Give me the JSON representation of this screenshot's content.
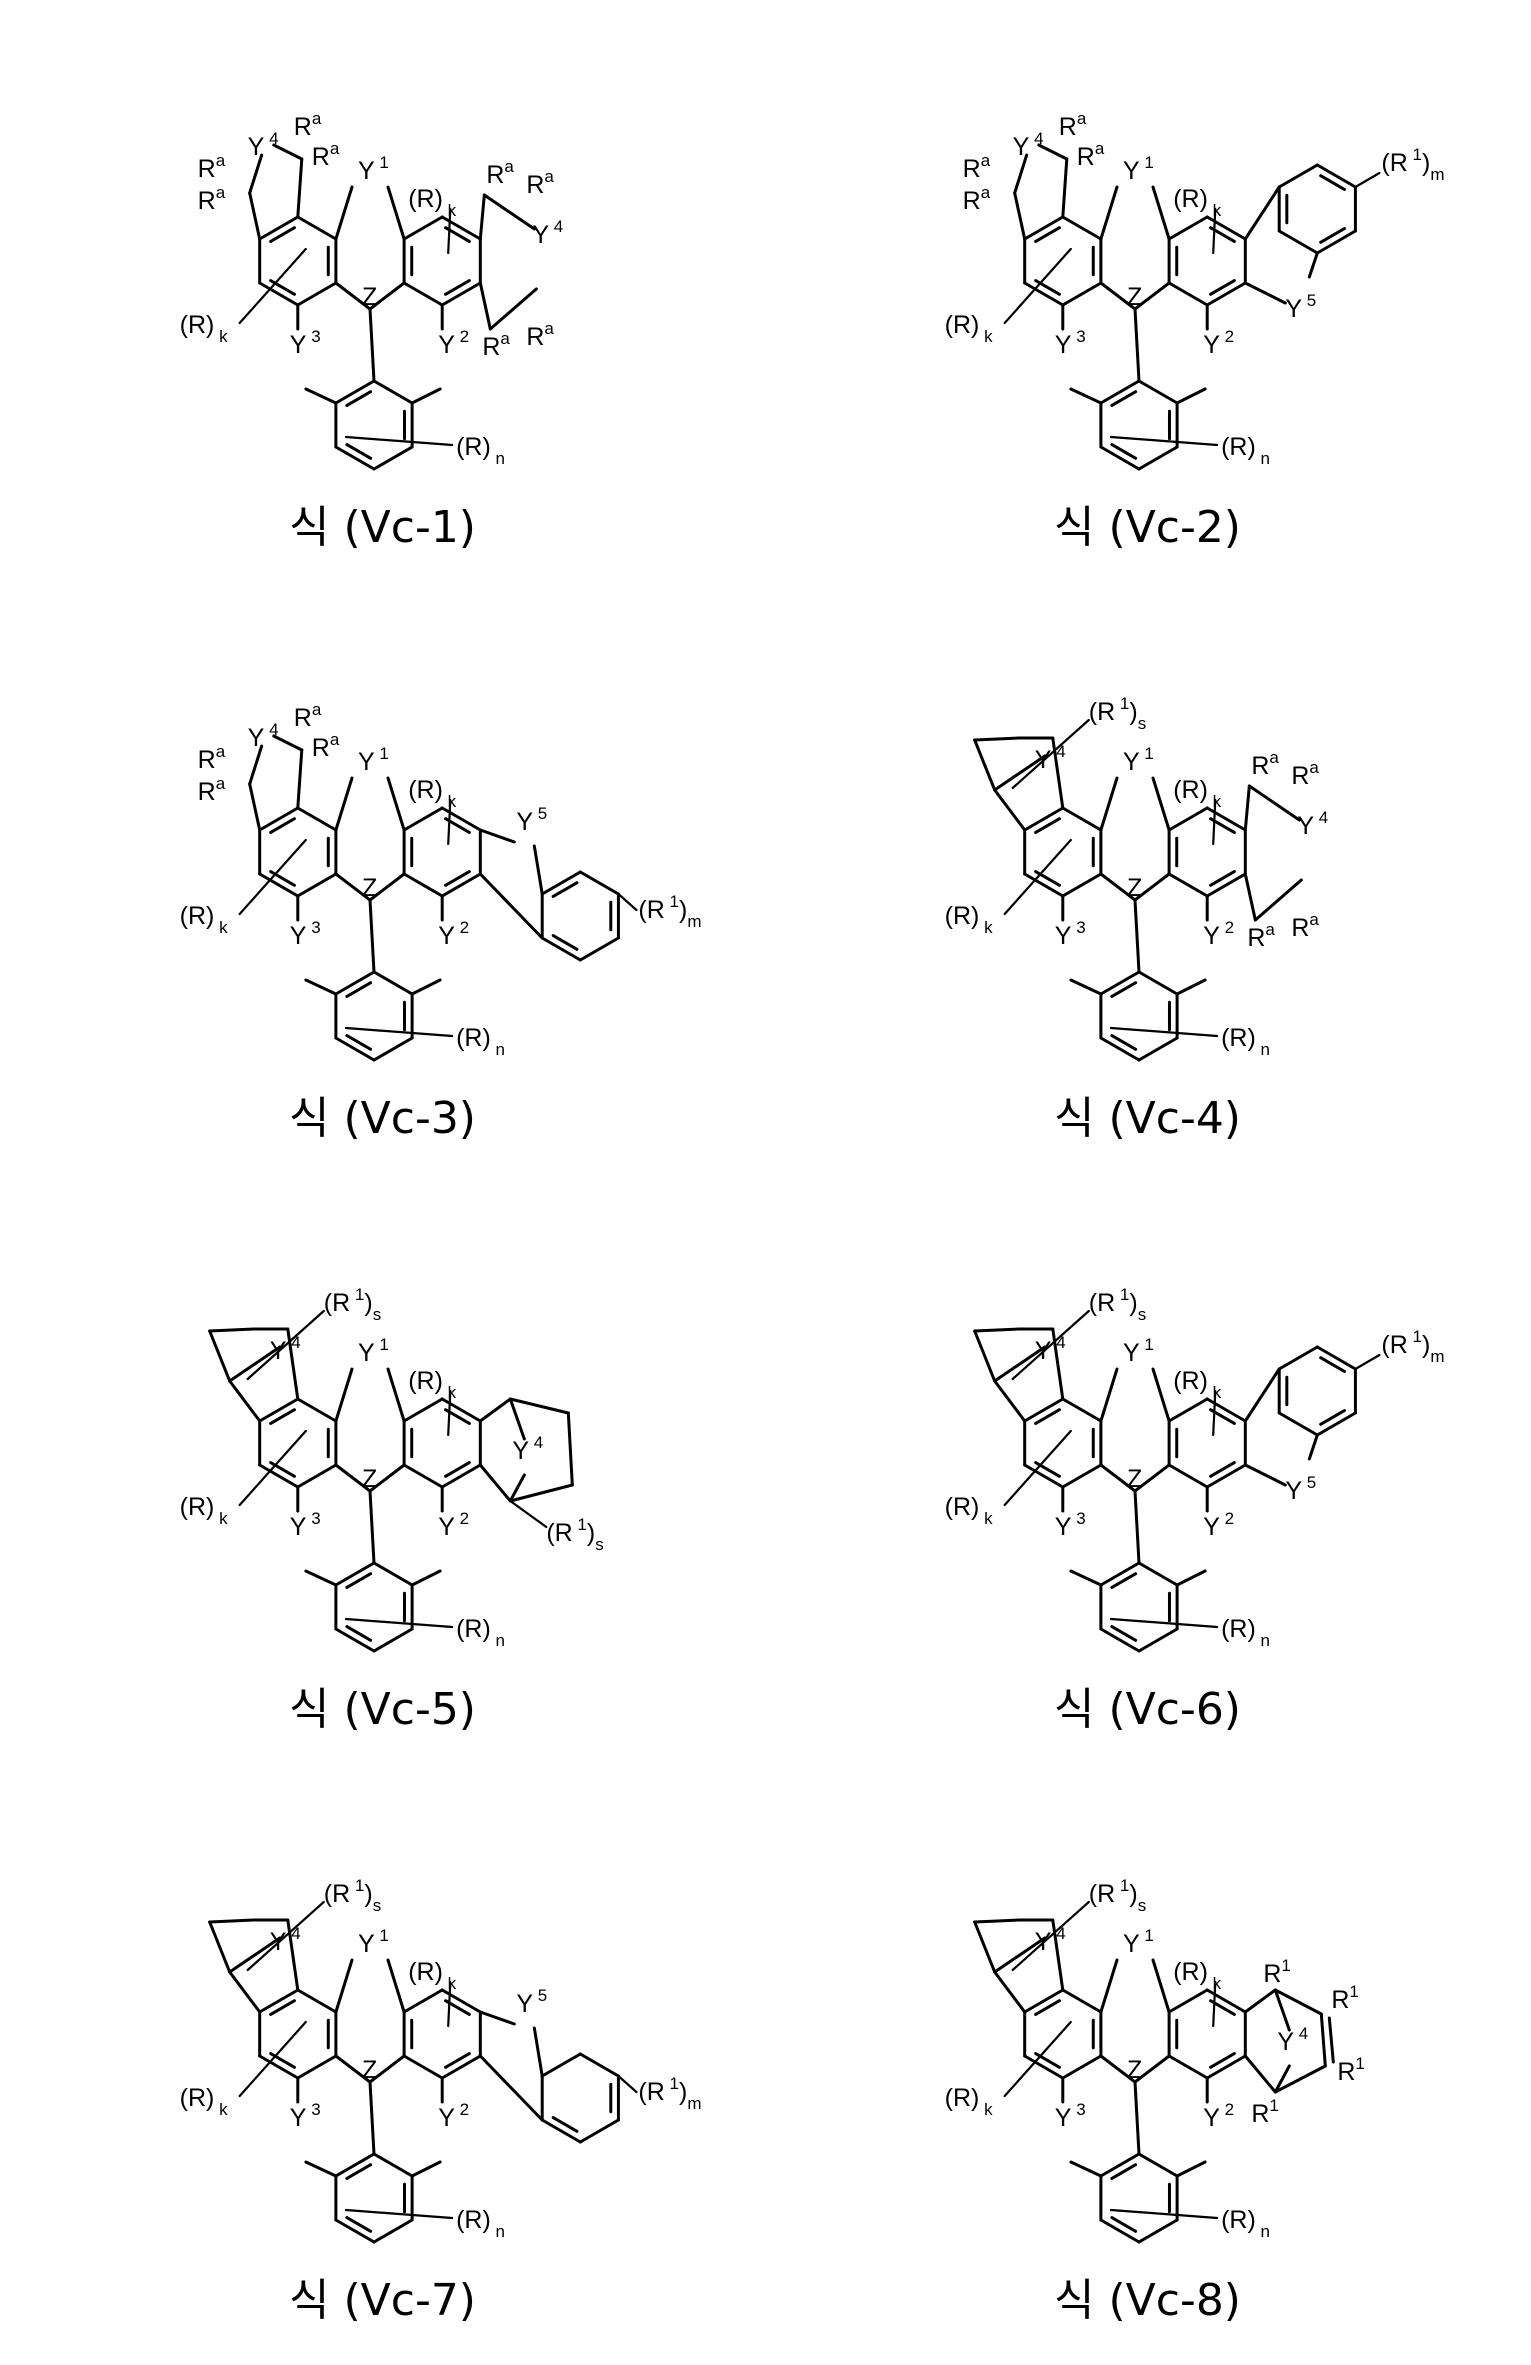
{
  "formulas": [
    {
      "id": "Vc-1",
      "caption": "식 (Vc-1)",
      "left": "five",
      "right": "five"
    },
    {
      "id": "Vc-2",
      "caption": "식 (Vc-2)",
      "left": "five",
      "right": "fused-cw"
    },
    {
      "id": "Vc-3",
      "caption": "식 (Vc-3)",
      "left": "five",
      "right": "fused-ccw"
    },
    {
      "id": "Vc-4",
      "caption": "식 (Vc-4)",
      "left": "bicyclo",
      "right": "five"
    },
    {
      "id": "Vc-5",
      "caption": "식 (Vc-5)",
      "left": "bicyclo",
      "right": "bicyclo"
    },
    {
      "id": "Vc-6",
      "caption": "식 (Vc-6)",
      "left": "bicyclo",
      "right": "fused-cw"
    },
    {
      "id": "Vc-7",
      "caption": "식 (Vc-7)",
      "left": "bicyclo",
      "right": "fused-ccw-sat"
    },
    {
      "id": "Vc-8",
      "caption": "식 (Vc-8)",
      "left": "bicyclo",
      "right": "bicyclo-ene"
    }
  ],
  "labels": {
    "Y1": "Y",
    "Y1_sup": "1",
    "Y2": "Y",
    "Y2_sup": "2",
    "Y3": "Y",
    "Y3_sup": "3",
    "Y4": "Y",
    "Y4_sup": "4",
    "Y5": "Y",
    "Y5_sup": "5",
    "Z": "Z",
    "Rk": "(R)",
    "Rk_sub": "k",
    "Rn": "(R)",
    "Rn_sub": "n",
    "R1m": "(R",
    "R1m_sup": "1",
    "R1m_close": ")",
    "R1m_sub": "m",
    "R1s": "(R",
    "R1s_sup": "1",
    "R1s_close": ")",
    "R1s_sub": "s",
    "Ra": "R",
    "Ra_sup": "a",
    "R1": "R",
    "R1_sup": "1"
  }
}
